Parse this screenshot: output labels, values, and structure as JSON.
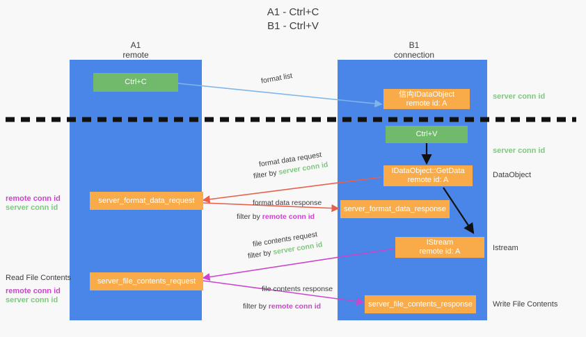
{
  "title": {
    "line1": "A1 - Ctrl+C",
    "line2": "B1 - Ctrl+V"
  },
  "columns": [
    {
      "name": "A1",
      "sub": "remote"
    },
    {
      "name": "B1",
      "sub": "connection"
    }
  ],
  "boxes": {
    "ctrl_c": {
      "label": "Ctrl+C"
    },
    "ctrl_v": {
      "label": "Ctrl+V"
    },
    "idataobject": {
      "line1": "信⽱IDataObject",
      "line2": "remote id: A"
    },
    "getdata": {
      "line1": "IDataObject::GetData",
      "line2": "remote id: A"
    },
    "istream": {
      "line1": "IStream",
      "line2": "remote id: A"
    },
    "server_format_data_request": {
      "label": "server_format_data_request"
    },
    "server_format_data_response": {
      "label": "server_format_data_response"
    },
    "server_file_contents_request": {
      "label": "server_file_contents_request"
    },
    "server_file_contents_response": {
      "label": "server_file_contents_response"
    }
  },
  "right_labels": {
    "server_conn_id_top": "server conn id",
    "server_conn_id_mid": "server conn id",
    "dataobject": "DataObject",
    "istream": "Istream",
    "write_file_contents": "Write File Contents"
  },
  "left_labels": {
    "remote_conn_id_1": "remote conn id",
    "server_conn_id_1": "server conn id",
    "read_file_contents": "Read File Contents",
    "remote_conn_id_2": "remote conn id",
    "server_conn_id_2": "server conn id"
  },
  "edges": {
    "format_list": "format list",
    "format_data_request": "format data request",
    "format_data_request_filter_pre": "filter by ",
    "format_data_request_filter_val": "server conn id",
    "format_data_response": "format data response",
    "format_data_response_filter_pre": "filter by ",
    "format_data_response_filter_val": "remote conn id",
    "file_contents_request": "file contents request",
    "file_contents_request_filter_pre": "filter by ",
    "file_contents_request_filter_val": "server conn id",
    "file_contents_response": "file contents response",
    "file_contents_response_filter_pre": "filter by ",
    "file_contents_response_filter_val": "remote conn id"
  },
  "colors": {
    "lane": "#4a86e8",
    "orange": "#f9ab49",
    "green_box": "#71ba6b",
    "green_text": "#7ec87e",
    "magenta": "#cc44cc",
    "red_arrow": "#e8604c",
    "blue_arrow": "#7fb5e8",
    "black": "#1a1a1a",
    "background": "#f8f8f8"
  }
}
